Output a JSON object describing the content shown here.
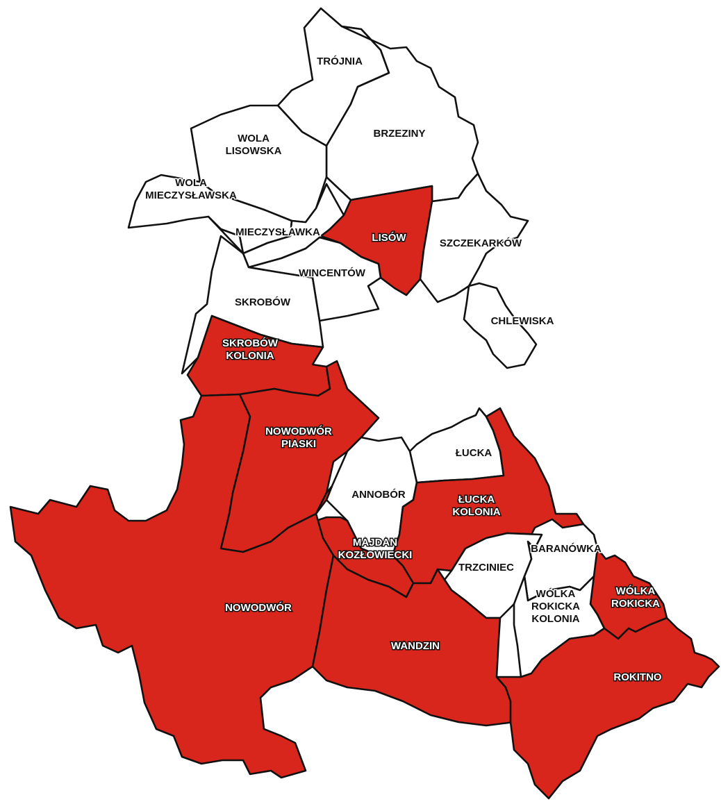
{
  "colors": {
    "highlight": "#d9261c",
    "plain": "#ffffff",
    "border": "#111111"
  },
  "regions": [
    {
      "key": "trojnia",
      "lines": [
        "TRÓJNIA"
      ],
      "highlighted": false
    },
    {
      "key": "brzeziny",
      "lines": [
        "BRZEZINY"
      ],
      "highlighted": false
    },
    {
      "key": "wola-lisowska",
      "lines": [
        "WOLA",
        "LISOWSKA"
      ],
      "highlighted": false
    },
    {
      "key": "wola-mieczyslawska",
      "lines": [
        "WOLA",
        "MIECZYSŁAWSKA"
      ],
      "highlighted": false
    },
    {
      "key": "mieczyslawka",
      "lines": [
        "MIECZYSŁAWKA"
      ],
      "highlighted": false
    },
    {
      "key": "lisow",
      "lines": [
        "LISÓW"
      ],
      "highlighted": true
    },
    {
      "key": "szczekarkow",
      "lines": [
        "SZCZEKARKÓW"
      ],
      "highlighted": false
    },
    {
      "key": "wincentow",
      "lines": [
        "WINCENTÓW"
      ],
      "highlighted": false
    },
    {
      "key": "skrobow",
      "lines": [
        "SKROBÓW"
      ],
      "highlighted": false
    },
    {
      "key": "chlewiska",
      "lines": [
        "CHLEWISKA"
      ],
      "highlighted": false
    },
    {
      "key": "skrobow-kolonia",
      "lines": [
        "SKROBÓW",
        "KOLONIA"
      ],
      "highlighted": true
    },
    {
      "key": "nowodwor-piaski",
      "lines": [
        "NOWODWÓR",
        "PIASKI"
      ],
      "highlighted": true
    },
    {
      "key": "lucka",
      "lines": [
        "ŁUCKA"
      ],
      "highlighted": false
    },
    {
      "key": "annobor",
      "lines": [
        "ANNOBÓR"
      ],
      "highlighted": false
    },
    {
      "key": "lucka-kolonia",
      "lines": [
        "ŁUCKA",
        "KOLONIA"
      ],
      "highlighted": true
    },
    {
      "key": "majdan-kozlowiecki",
      "lines": [
        "MAJDAN",
        "KOZŁOWIECKI"
      ],
      "highlighted": true
    },
    {
      "key": "baranowka",
      "lines": [
        "BARANÓWKA"
      ],
      "highlighted": false
    },
    {
      "key": "trzciniec",
      "lines": [
        "TRZCINIEC"
      ],
      "highlighted": false
    },
    {
      "key": "nowodwor",
      "lines": [
        "NOWODWÓR"
      ],
      "highlighted": true
    },
    {
      "key": "wolka-rokicka",
      "lines": [
        "WÓLKA",
        "ROKICKA"
      ],
      "highlighted": true
    },
    {
      "key": "wolka-rokicka-kolonia",
      "lines": [
        "WÓLKA",
        "ROKICKA",
        "KOLONIA"
      ],
      "highlighted": false
    },
    {
      "key": "wandzin",
      "lines": [
        "WANDZIN"
      ],
      "highlighted": true
    },
    {
      "key": "rokitno",
      "lines": [
        "ROKITNO"
      ],
      "highlighted": true
    }
  ]
}
